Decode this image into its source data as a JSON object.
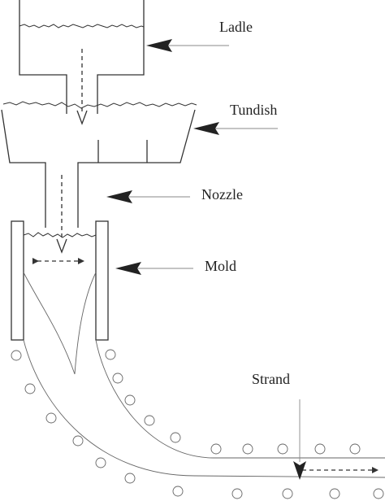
{
  "labels": {
    "ladle": "Ladle",
    "tundish": "Tundish",
    "nozzle": "Nozzle",
    "mold": "Mold",
    "strand": "Strand"
  },
  "colors": {
    "line": "#333333",
    "pointer": "#222222",
    "background": "#ffffff"
  }
}
